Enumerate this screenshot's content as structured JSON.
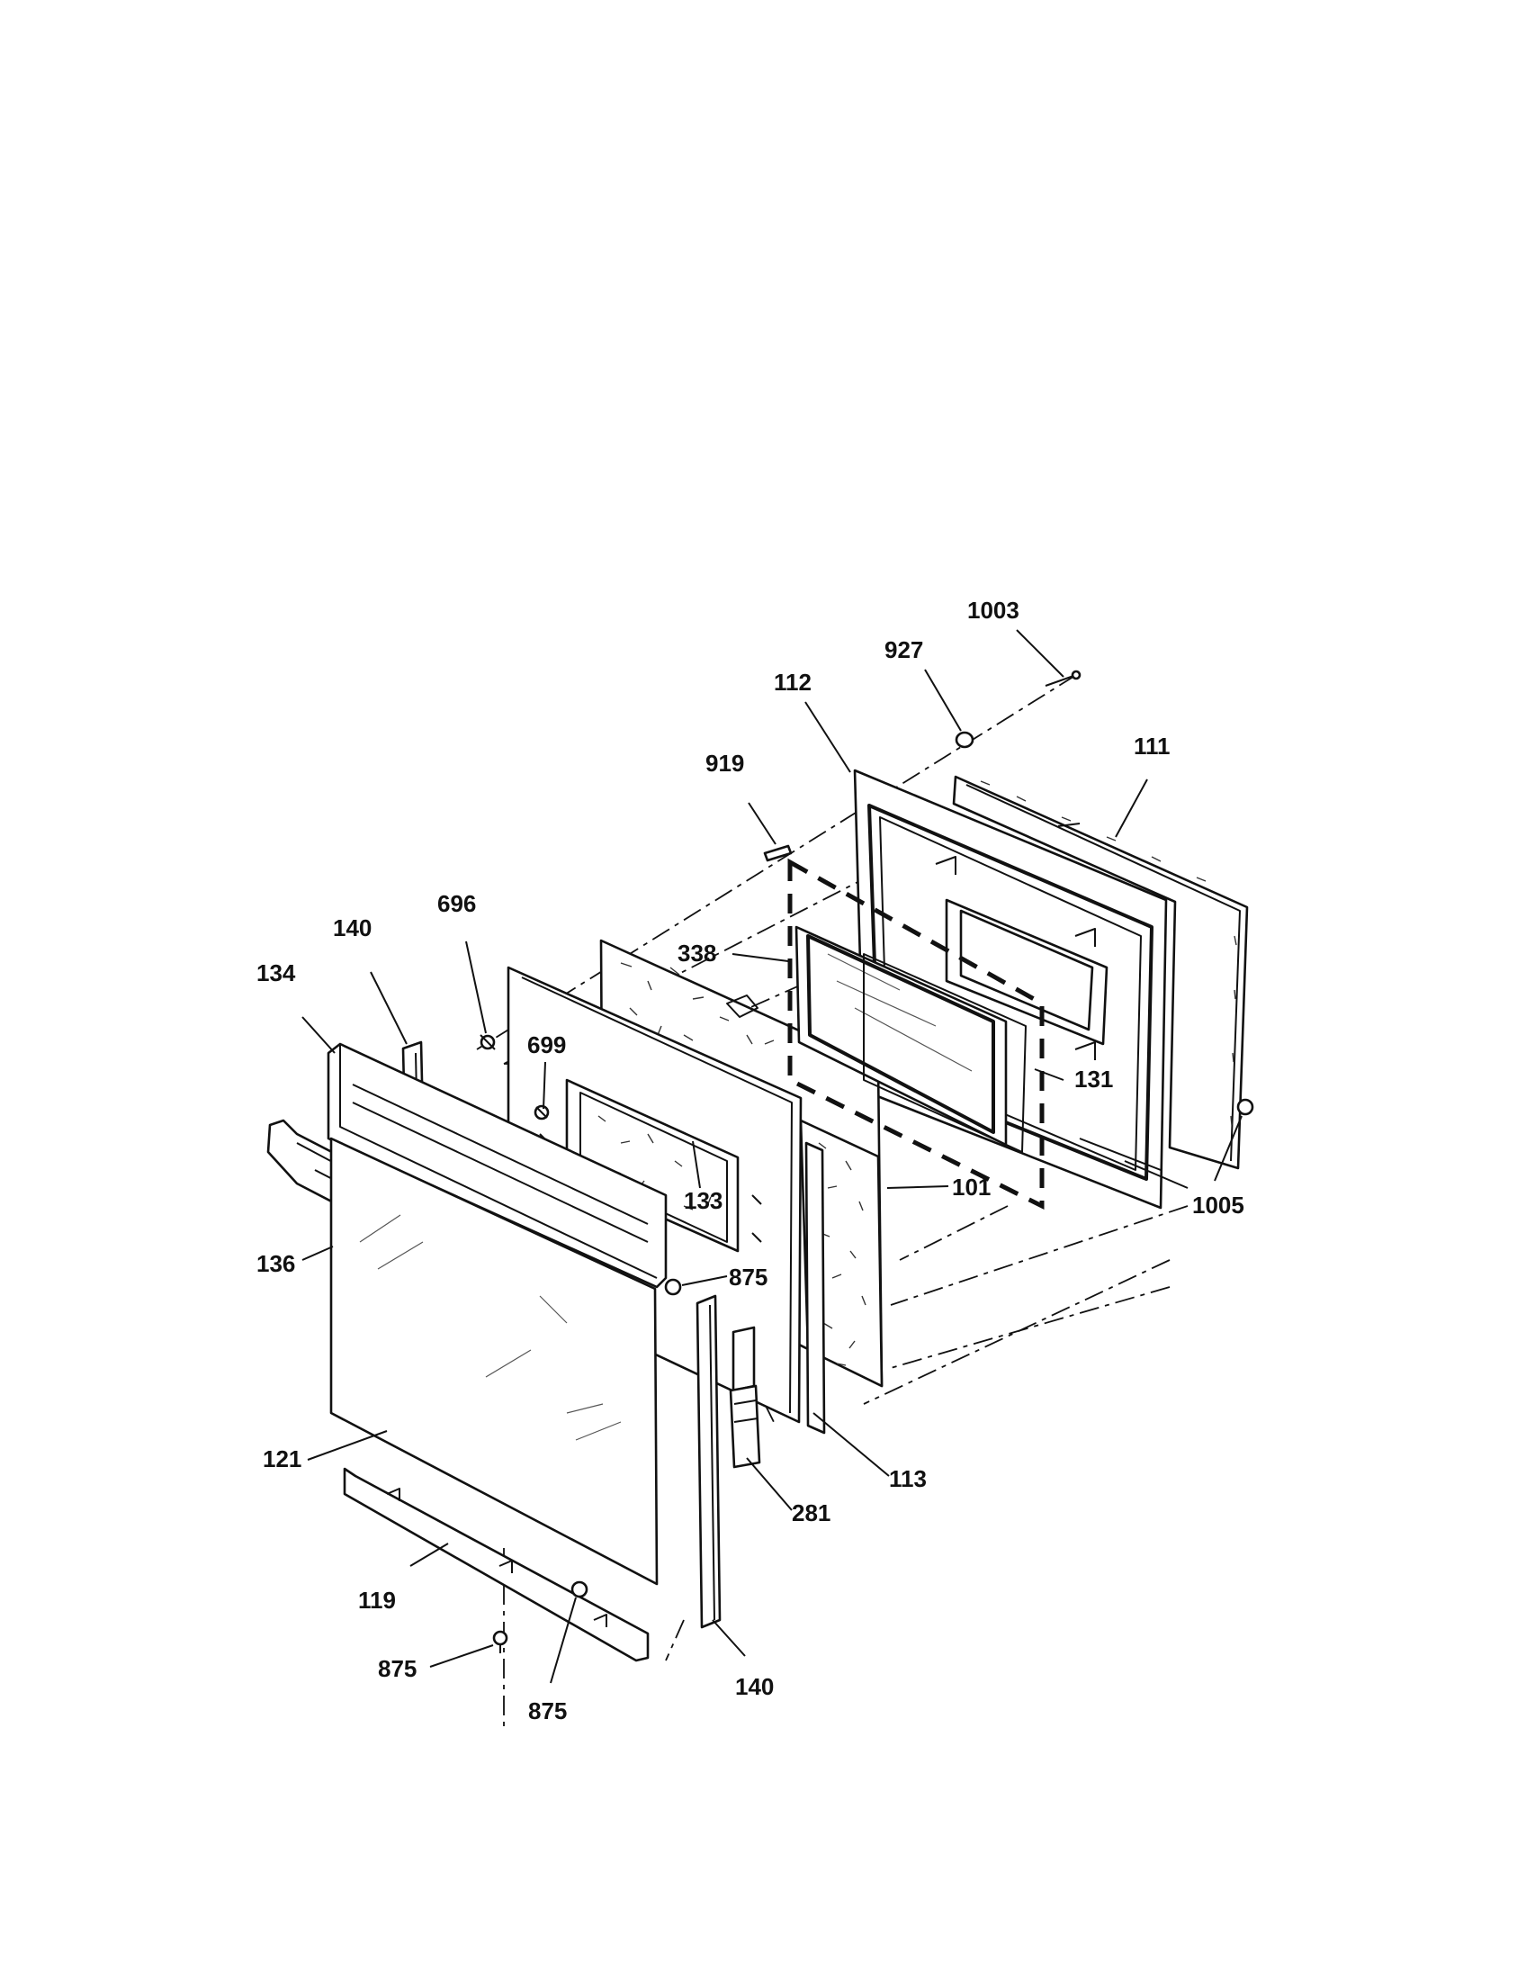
{
  "diagram": {
    "callouts": [
      {
        "id": "c1003",
        "text": "1003"
      },
      {
        "id": "c927",
        "text": "927"
      },
      {
        "id": "c112",
        "text": "112"
      },
      {
        "id": "c111",
        "text": "111"
      },
      {
        "id": "c919",
        "text": "919"
      },
      {
        "id": "c696",
        "text": "696"
      },
      {
        "id": "c140a",
        "text": "140"
      },
      {
        "id": "c134",
        "text": "134"
      },
      {
        "id": "c338",
        "text": "338"
      },
      {
        "id": "c699",
        "text": "699"
      },
      {
        "id": "c131",
        "text": "131"
      },
      {
        "id": "c133",
        "text": "133"
      },
      {
        "id": "c101",
        "text": "101"
      },
      {
        "id": "c1005",
        "text": "1005"
      },
      {
        "id": "c136",
        "text": "136"
      },
      {
        "id": "c875a",
        "text": "875"
      },
      {
        "id": "c121",
        "text": "121"
      },
      {
        "id": "c281",
        "text": "281"
      },
      {
        "id": "c113",
        "text": "113"
      },
      {
        "id": "c119",
        "text": "119"
      },
      {
        "id": "c875b",
        "text": "875"
      },
      {
        "id": "c875c",
        "text": "875"
      },
      {
        "id": "c140b",
        "text": "140"
      }
    ]
  }
}
